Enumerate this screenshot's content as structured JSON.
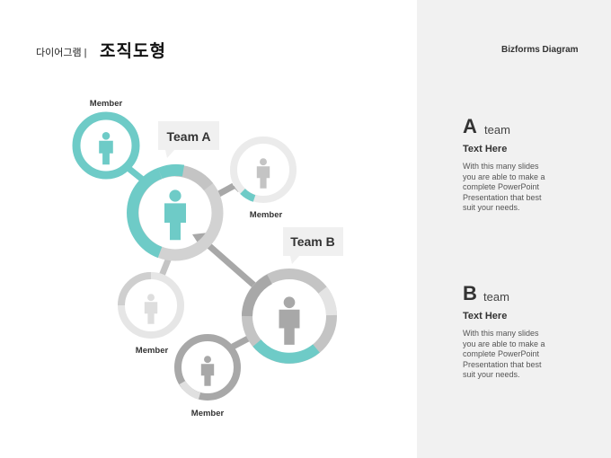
{
  "header": {
    "small_title": "다이어그램 |",
    "big_title": "조직도형",
    "brand": "Bizforms Diagram"
  },
  "diagram": {
    "team_a_label": "Team A",
    "team_b_label": "Team B",
    "member_labels": [
      "Member",
      "Member",
      "Member",
      "Member"
    ]
  },
  "sections": [
    {
      "letter": "A",
      "word": "team",
      "subtitle": "Text Here",
      "body": [
        "With this many slides",
        "you are able to make a",
        "complete PowerPoint",
        "Presentation that best",
        "suit your needs."
      ]
    },
    {
      "letter": "B",
      "word": "team",
      "subtitle": "Text Here",
      "body": [
        "With this many slides",
        "you are able to make a",
        "complete PowerPoint",
        "Presentation that best",
        "suit your needs."
      ]
    }
  ],
  "colors": {
    "teal": "#6ecbc7",
    "gray_dark": "#a8a8a8",
    "gray_mid": "#c4c4c4",
    "gray_light": "#e8e8e8",
    "panel": "#f1f1f1"
  },
  "icons": [
    "person-icon"
  ]
}
